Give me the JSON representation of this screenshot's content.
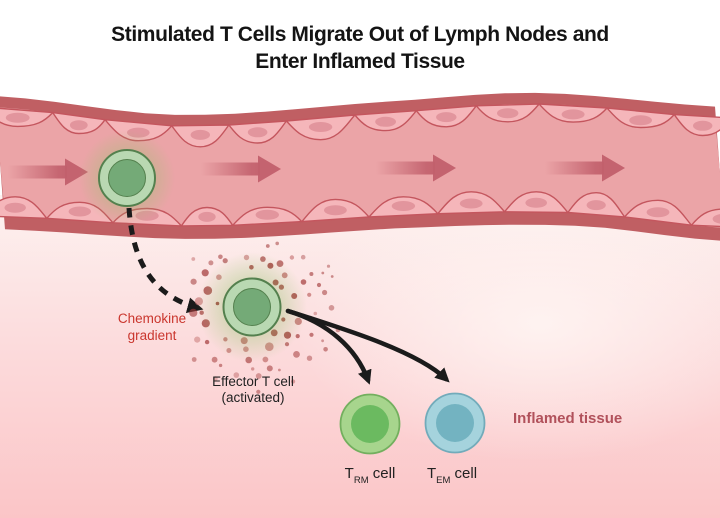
{
  "title": {
    "line1": "Stimulated T Cells Migrate Out of Lymph Nodes and",
    "line2": "Enter Inflamed Tissue"
  },
  "labels": {
    "chemokine": {
      "line1": "Chemokine",
      "line2": "gradient"
    },
    "effector": {
      "line1": "Effector T cell",
      "line2": "(activated)"
    },
    "trm": {
      "prefix": "T",
      "sub": "RM",
      "suffix": " cell"
    },
    "tem": {
      "prefix": "T",
      "sub": "EM",
      "suffix": " cell"
    },
    "inflamed": "Inflamed tissue"
  },
  "colors": {
    "page_bg": "#ffffff",
    "title_text": "#141414",
    "vessel_wall": "#c05f63",
    "vessel_lumen": "#eba4a7",
    "endothelial_fill": "#f5b6ba",
    "endothelial_nucleus": "#e2959d",
    "endothelial_outline": "#c4565e",
    "flow_arrow": "#c2606c",
    "cell_glow": "#8fc468",
    "cell_green_outer": "#b9d8b2",
    "cell_green_inner": "#74aa77",
    "cell_green_outline": "#54804e",
    "chemokine_dot": "#a23a3a",
    "chemokine_dot_light": "#c47170",
    "chemokine_text": "#ca362e",
    "label_text": "#222222",
    "trm_outer": "#a7d58d",
    "trm_inner": "#6bba60",
    "trm_outline": "#73af5e",
    "tem_outer": "#a5d3dd",
    "tem_inner": "#73b3c1",
    "tem_outline": "#72abba",
    "inflamed_text": "#b1515b",
    "black_arrow": "#1b1b1b",
    "tissue_light": "#fdf2f0",
    "tissue_mid": "#fcdcdd",
    "tissue_dark": "#fbc5c7",
    "tissue_glow": "rgba(255,249,246,0.75)"
  }
}
